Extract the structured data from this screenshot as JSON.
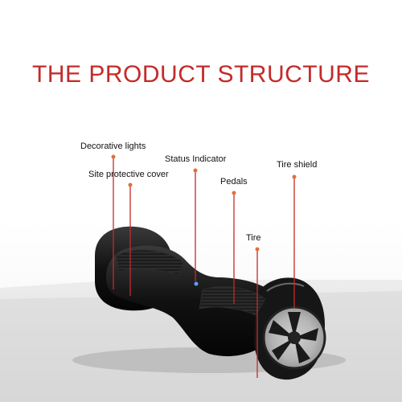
{
  "title": "THE PRODUCT STRUCTURE",
  "accent_color": "#c42a2a",
  "dot_color": "#e0703a",
  "labels": {
    "decorative_lights": "Decorative lights",
    "site_protective_cover": "Site protective cover",
    "status_indicator": "Status Indicator",
    "pedals": "Pedals",
    "tire_shield": "Tire shield",
    "tire": "Tire"
  }
}
